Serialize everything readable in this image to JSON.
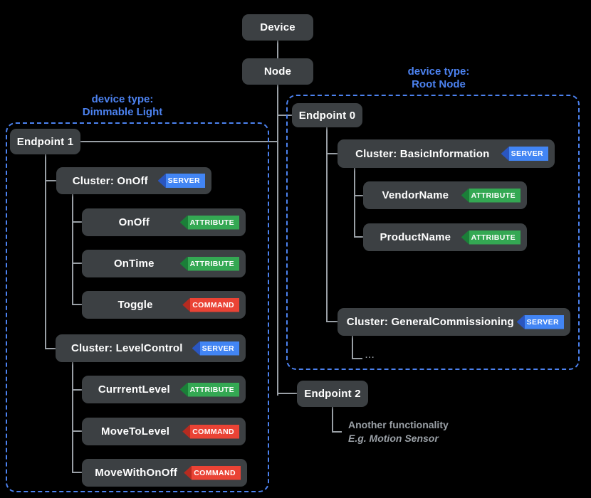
{
  "title_boxes": {
    "device": "Device",
    "node": "Node"
  },
  "left_group": {
    "type_label": [
      "device type:",
      "Dimmable Light"
    ],
    "endpoint": "Endpoint 1",
    "cluster_onoff": {
      "name": "Cluster: OnOff",
      "badge": "SERVER"
    },
    "attr_onoff": {
      "name": "OnOff",
      "badge": "ATTRIBUTE"
    },
    "attr_ontime": {
      "name": "OnTime",
      "badge": "ATTRIBUTE"
    },
    "cmd_toggle": {
      "name": "Toggle",
      "badge": "COMMAND"
    },
    "cluster_level": {
      "name": "Cluster: LevelControl",
      "badge": "SERVER"
    },
    "attr_currentlevel": {
      "name": "CurrrentLevel",
      "badge": "ATTRIBUTE"
    },
    "cmd_movetolevel": {
      "name": "MoveToLevel",
      "badge": "COMMAND"
    },
    "cmd_movewithonoff": {
      "name": "MoveWithOnOff",
      "badge": "COMMAND"
    }
  },
  "right_group": {
    "type_label": [
      "device type:",
      "Root Node"
    ],
    "endpoint": "Endpoint 0",
    "cluster_basic": {
      "name": "Cluster: BasicInformation",
      "badge": "SERVER"
    },
    "attr_vendorname": {
      "name": "VendorName",
      "badge": "ATTRIBUTE"
    },
    "attr_productname": {
      "name": "ProductName",
      "badge": "ATTRIBUTE"
    },
    "cluster_gencomm": {
      "name": "Cluster: GeneralCommissioning",
      "badge": "SERVER"
    },
    "ellipsis": "..."
  },
  "endpoint2": {
    "label": "Endpoint 2",
    "note": [
      "Another functionality",
      "E.g. Motion Sensor"
    ]
  },
  "colors": {
    "background": "#000000",
    "box_fill": "#3c4043",
    "box_text": "#ffffff",
    "connector": "#9aa0a6",
    "group_border": "#4c82f0",
    "group_label": "#4c82f0",
    "badge_server": "#4285f4",
    "badge_attribute": "#34a853",
    "badge_command": "#ea4335",
    "note_text": "#9aa0a6"
  }
}
